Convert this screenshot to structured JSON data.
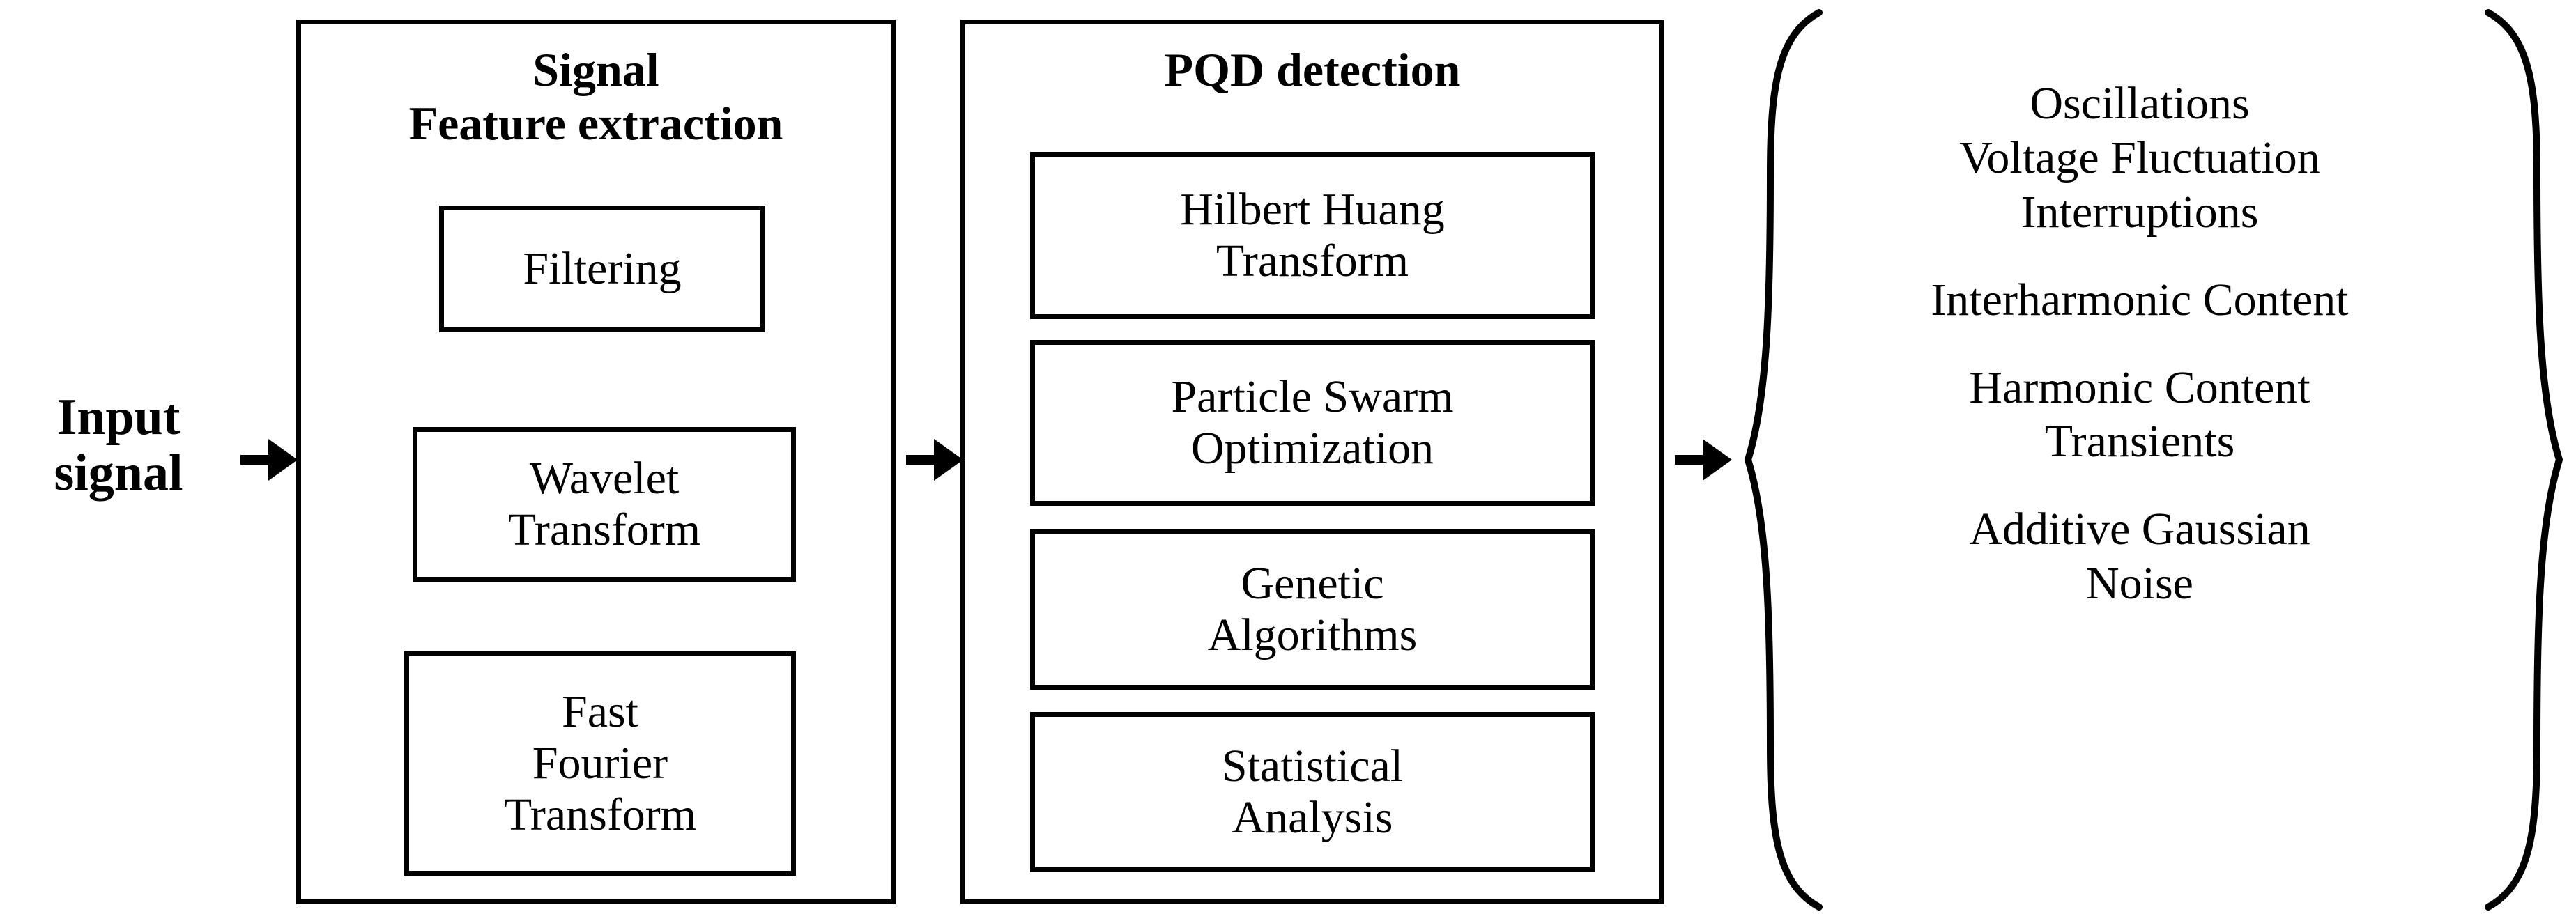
{
  "diagram": {
    "input": {
      "line1": "Input",
      "line2": "signal"
    },
    "stage1": {
      "title_line1": "Signal",
      "title_line2": "Feature extraction",
      "boxes": [
        {
          "line1": "Filtering",
          "line2": ""
        },
        {
          "line1": "Wavelet",
          "line2": "Transform"
        },
        {
          "line1": "Fast",
          "line2": "Fourier",
          "line3": "Transform"
        }
      ]
    },
    "stage2": {
      "title_line1": "PQD detection",
      "boxes": [
        {
          "line1": "Hilbert Huang",
          "line2": "Transform"
        },
        {
          "line1": "Particle Swarm",
          "line2": "Optimization"
        },
        {
          "line1": "Genetic",
          "line2": "Algorithms"
        },
        {
          "line1": "Statistical",
          "line2": "Analysis"
        }
      ]
    },
    "outputs": [
      {
        "lines": [
          "Oscillations",
          "Voltage Fluctuation",
          "Interruptions"
        ]
      },
      {
        "lines": [
          "Interharmonic Content"
        ]
      },
      {
        "lines": [
          "Harmonic Content",
          "Transients"
        ]
      },
      {
        "lines": [
          "Additive Gaussian",
          "Noise"
        ]
      }
    ]
  },
  "colors": {
    "stroke": "#000000",
    "background": "#ffffff"
  }
}
